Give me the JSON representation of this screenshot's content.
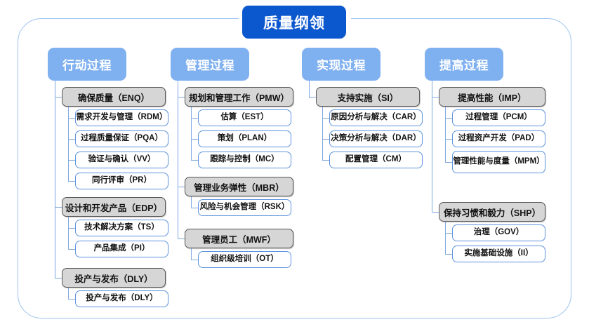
{
  "root": {
    "title": "质量纲领"
  },
  "columns": [
    {
      "header": "行动过程",
      "groups": [
        {
          "label": "确保质量（ENQ）",
          "children": [
            "需求开发与管理（RDM）",
            "过程质量保证（PQA）",
            "验证与确认（VV）",
            "同行评审（PR）"
          ]
        },
        {
          "label": "设计和开发产品（EDP）",
          "children": [
            "技术解决方案（TS）",
            "产品集成（PI）"
          ]
        },
        {
          "label": "投产与发布（DLY）",
          "children": [
            "投产与发布（DLY）"
          ]
        }
      ]
    },
    {
      "header": "管理过程",
      "groups": [
        {
          "label": "规划和管理工作（PMW）",
          "children": [
            "估算（EST）",
            "策划（PLAN）",
            "跟踪与控制（MC）"
          ]
        },
        {
          "label": "管理业务弹性（MBR）",
          "children": [
            "风险与机会管理（RSK）"
          ]
        },
        {
          "label": "管理员工（MWF）",
          "children": [
            "组织级培训（OT）"
          ]
        }
      ]
    },
    {
      "header": "实现过程",
      "groups": [
        {
          "label": "支持实施（SI）",
          "children": [
            "原因分析与解决（CAR）",
            "决策分析与解决（DAR）",
            "配置管理（CM）"
          ]
        }
      ]
    },
    {
      "header": "提高过程",
      "groups": [
        {
          "label": "提高性能（IMP）",
          "children": [
            "过程管理（PCM）",
            "过程资产开发（PAD）",
            "管理性能与度量（MPM）"
          ]
        },
        {
          "label": "保持习惯和毅力（SHP）",
          "children": [
            "治理（GOV）",
            "实施基础设施（II）"
          ]
        }
      ]
    }
  ],
  "colors": {
    "root_blue": "#0B57CE",
    "header_blue": "#7FB0F0",
    "group_gray": "#D6D6D6",
    "group_border": "#565656",
    "leaf_border": "#5C93DD",
    "connector": "#7FA8E0",
    "frame_border": "#9CC3EF"
  }
}
